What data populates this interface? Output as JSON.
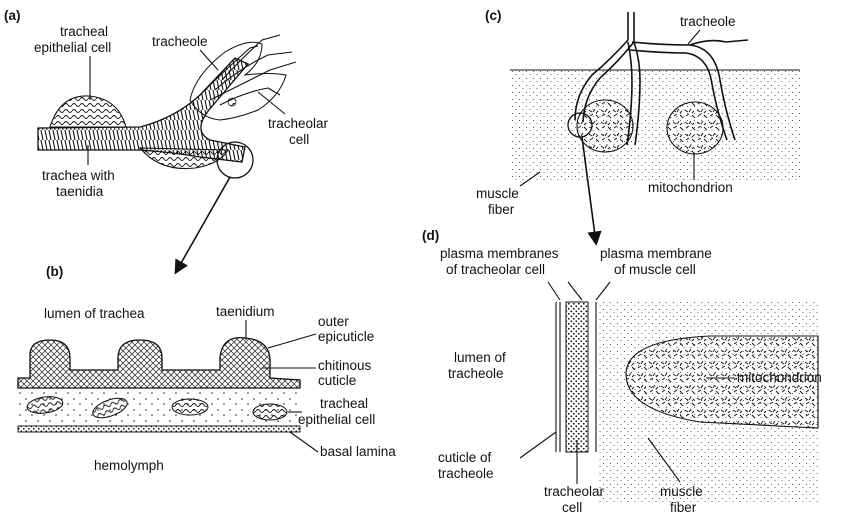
{
  "panels": {
    "a": "(a)",
    "b": "(b)",
    "c": "(c)",
    "d": "(d)"
  },
  "labels_a": {
    "tracheole": "tracheole",
    "epi_1": "tracheal",
    "epi_2": "epithelial cell",
    "tracheolar_1": "tracheolar",
    "tracheolar_2": "cell",
    "trachea_1": "trachea with",
    "trachea_2": "taenidia"
  },
  "labels_b": {
    "lumen": "lumen of trachea",
    "taenidium": "taenidium",
    "outer_1": "outer",
    "outer_2": "epicuticle",
    "chitinous_1": "chitinous",
    "chitinous_2": "cuticle",
    "epi_1": "tracheal",
    "epi_2": "epithelial cell",
    "basal": "basal lamina",
    "hemolymph": "hemolymph"
  },
  "labels_c": {
    "tracheole": "tracheole",
    "muscle_1": "muscle",
    "muscle_2": "fiber",
    "mito": "mitochondrion"
  },
  "labels_d": {
    "pm_tc_1": "plasma membranes",
    "pm_tc_2": "of tracheolar cell",
    "pm_mc_1": "plasma membrane",
    "pm_mc_2": "of muscle cell",
    "lumen_1": "lumen of",
    "lumen_2": "tracheole",
    "mito": "mitochondrion",
    "cuticle_1": "cuticle of",
    "cuticle_2": "tracheole",
    "tcell_1": "tracheolar",
    "tcell_2": "cell",
    "muscle_1": "muscle",
    "muscle_2": "fiber"
  }
}
